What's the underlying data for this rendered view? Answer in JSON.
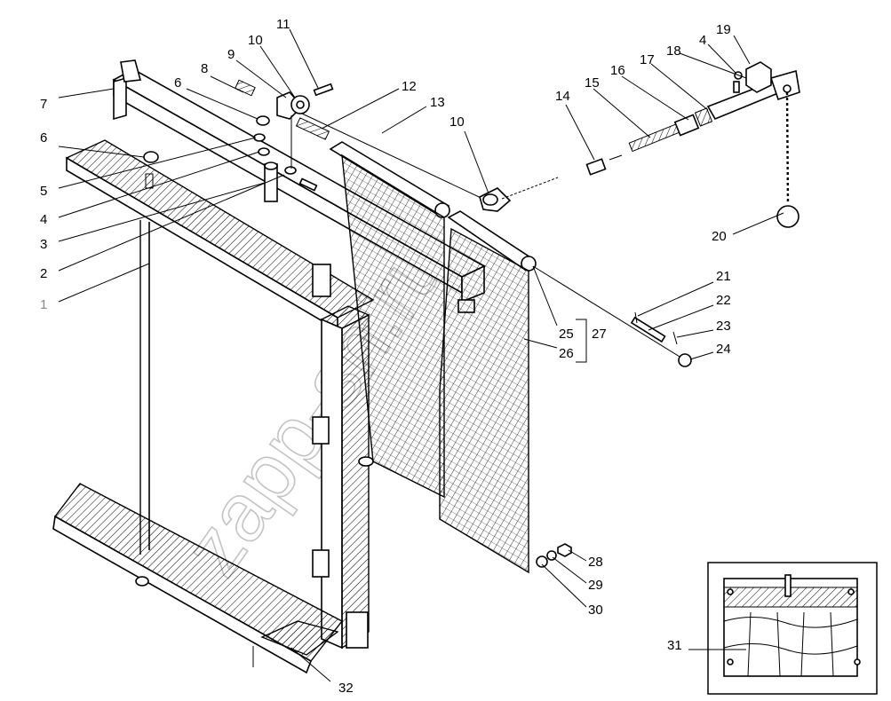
{
  "labels": {
    "l1": "1",
    "l2": "2",
    "l3": "3",
    "l4a": "4",
    "l4b": "4",
    "l5": "5",
    "l6a": "6",
    "l6b": "6",
    "l7": "7",
    "l8": "8",
    "l9": "9",
    "l10a": "10",
    "l10b": "10",
    "l11": "11",
    "l12": "12",
    "l13": "13",
    "l14": "14",
    "l15": "15",
    "l16": "16",
    "l17": "17",
    "l18": "18",
    "l19": "19",
    "l20": "20",
    "l21": "21",
    "l22": "22",
    "l23": "23",
    "l24": "24",
    "l25": "25",
    "l26": "26",
    "l27": "27",
    "l28": "28",
    "l29": "29",
    "l30": "30",
    "l31": "31",
    "l32": "32"
  },
  "watermark": "zapp-sn.ru"
}
